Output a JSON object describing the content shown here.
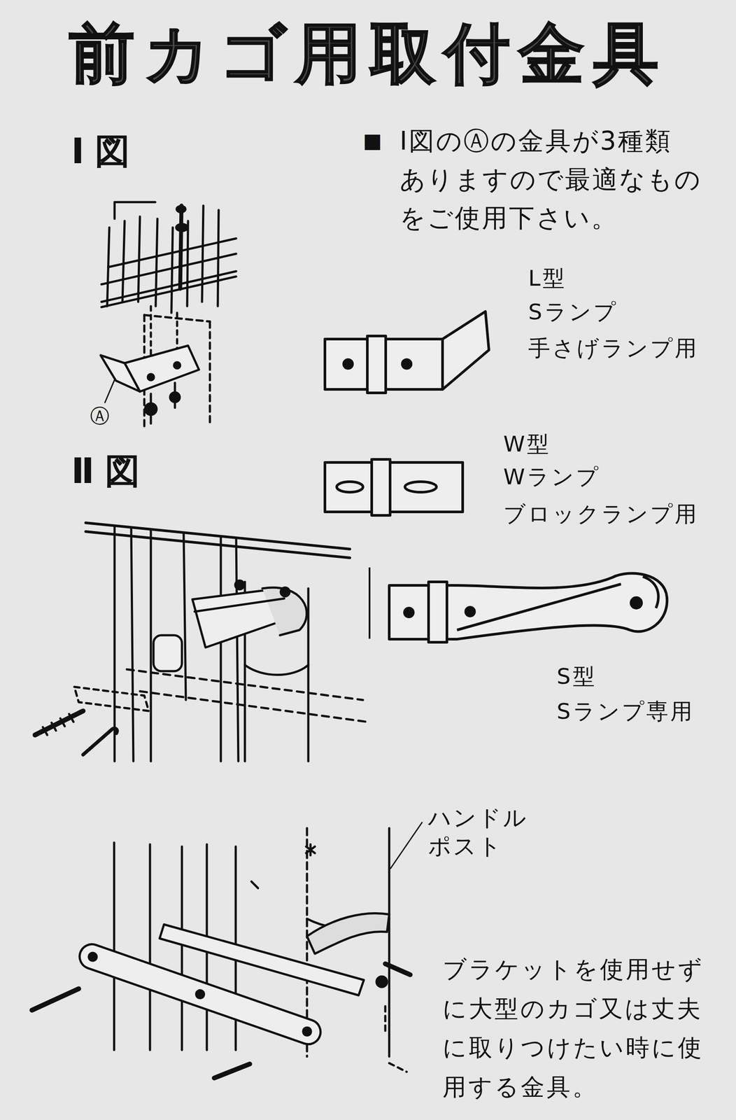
{
  "diagram": {
    "title": "前カゴ用取付金具",
    "labels": [
      "Ⅰ図",
      "■",
      "Ⅰ図のⒶの金具が3種類 ありますので最適なもの をご使用下さい。",
      "L型",
      "Sランプ",
      "手さげランプ用",
      "Ⓐ",
      "Ⅱ図",
      "W型",
      "Wランプ",
      "ブロックランプ用",
      "S型",
      "Sランプ専用",
      "ハンドル ポスト",
      "ブラケットを使用せず に大型のカゴ又は丈夫 に取りつけたい時に使 用する金具。"
    ]
  }
}
